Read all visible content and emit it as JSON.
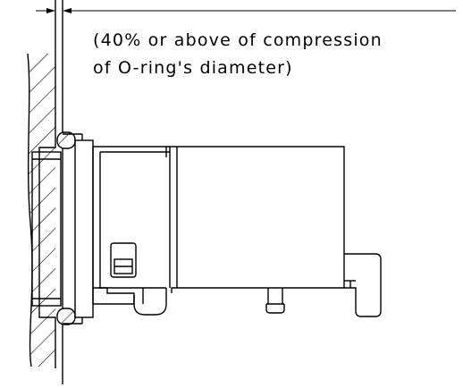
{
  "figure": {
    "annotation": {
      "line1": "(40% or above of compression",
      "line2": "of O-ring's diameter)"
    },
    "colors": {
      "line": "#000000",
      "background": "#ffffff"
    },
    "elements": [
      "dimension-line",
      "panel-wall-section",
      "o-ring-section",
      "connector-flange",
      "connector-body",
      "latch-window",
      "mounting-clip",
      "release-lever"
    ]
  }
}
